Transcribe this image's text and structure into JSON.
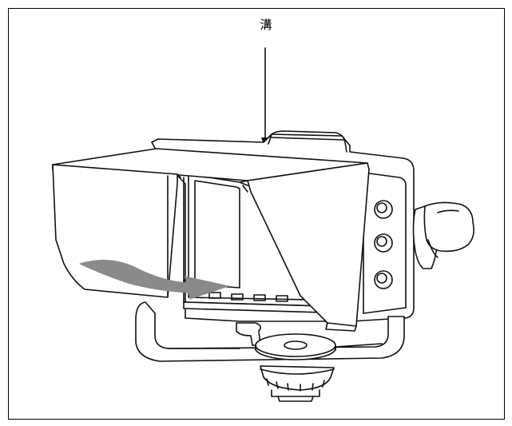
{
  "figure": {
    "callout_label": "溝",
    "colors": {
      "line": "#111111",
      "arrow_fill": "#8a8a8a",
      "background": "#ffffff"
    },
    "parts": [
      "sun-hood",
      "monitor-screen",
      "control-knob",
      "grip-handle",
      "mounting-bracket",
      "mounting-disc",
      "mount-base"
    ]
  }
}
